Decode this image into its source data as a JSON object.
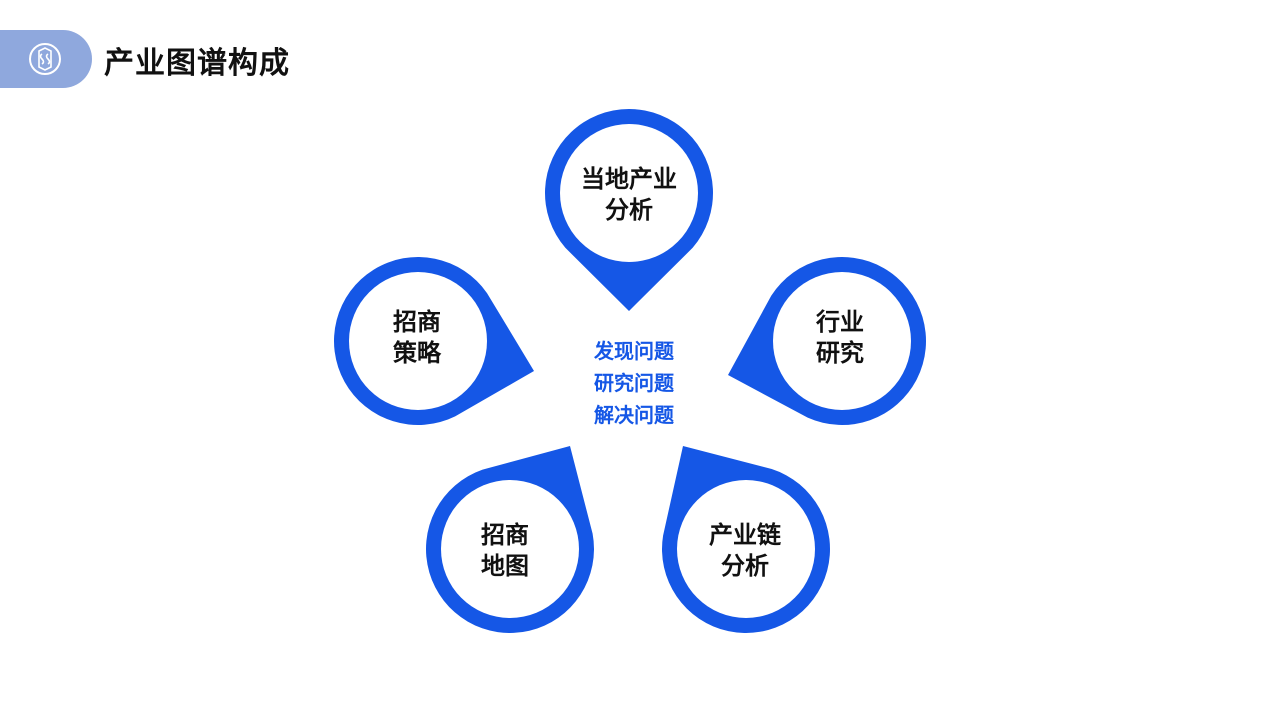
{
  "header": {
    "title": "产业图谱构成",
    "logo_icon": "monogram-logo-icon",
    "tab_color": "#8fa8dd"
  },
  "diagram": {
    "accent_color": "#1557e6",
    "nodes": [
      {
        "lines": [
          "当地产业",
          "分析"
        ]
      },
      {
        "lines": [
          "行业",
          "研究"
        ]
      },
      {
        "lines": [
          "产业链",
          "分析"
        ]
      },
      {
        "lines": [
          "招商",
          "地图"
        ]
      },
      {
        "lines": [
          "招商",
          "策略"
        ]
      }
    ],
    "center": [
      "发现问题",
      "研究问题",
      "解决问题"
    ]
  }
}
